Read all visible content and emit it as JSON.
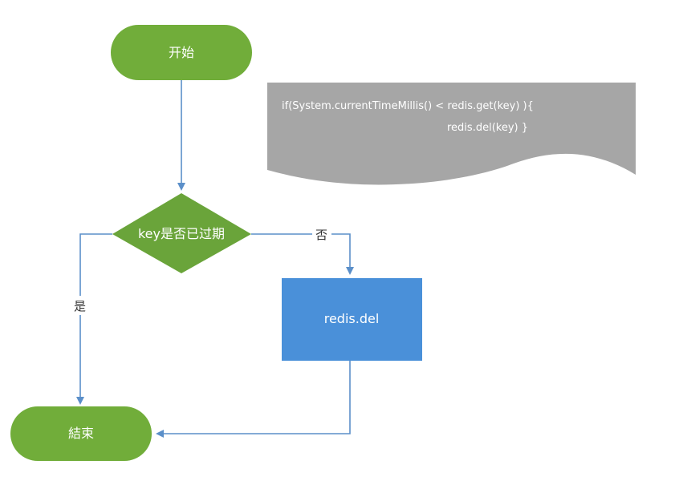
{
  "nodes": {
    "start": "开始",
    "decision": "key是否已过期",
    "process": "redis.del",
    "end": "結束"
  },
  "edges": {
    "no_label": "否",
    "yes_label": "是"
  },
  "note": {
    "line1": "if(System.currentTimeMillis() < redis.get(key) ){",
    "line2": "redis.del(key) }"
  },
  "colors": {
    "terminal_fill": "#71ad3a",
    "decision_fill": "#6aa43a",
    "process_fill": "#4a90d9",
    "note_fill": "#a6a6a6",
    "connector": "#5b8fc9"
  }
}
